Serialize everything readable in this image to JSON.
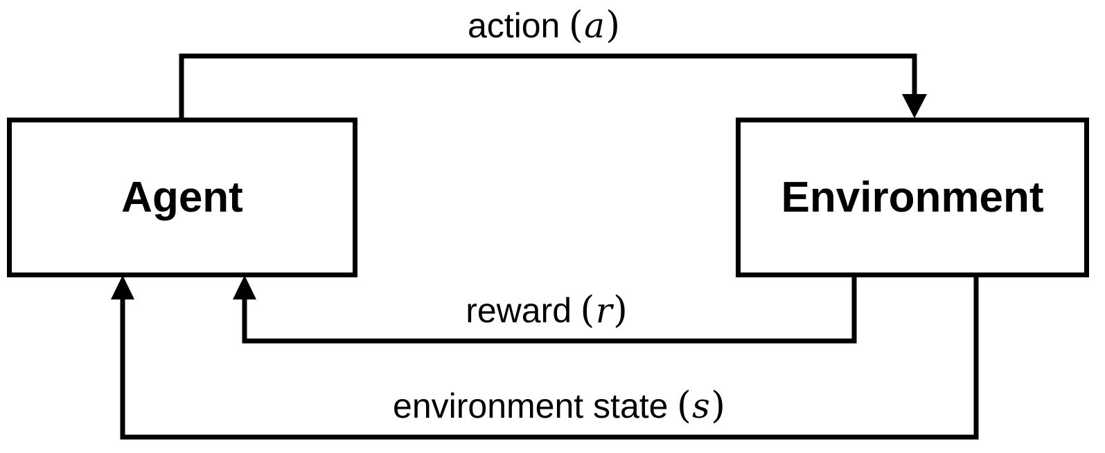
{
  "diagram": {
    "colors": {
      "background": "#ffffff",
      "stroke": "#000000",
      "text": "#000000"
    },
    "nodes": [
      {
        "id": "agent",
        "label": "Agent"
      },
      {
        "id": "environment",
        "label": "Environment"
      }
    ],
    "edges": [
      {
        "from": "Agent",
        "to": "Environment",
        "word": "action",
        "open": "(",
        "var": "a",
        "close": ")"
      },
      {
        "from": "Environment",
        "to": "Agent",
        "word": "reward",
        "open": "(",
        "var": "r",
        "close": ")"
      },
      {
        "from": "Environment",
        "to": "Agent",
        "word": "environment state",
        "open": "(",
        "var": "s",
        "close": ")"
      }
    ]
  }
}
